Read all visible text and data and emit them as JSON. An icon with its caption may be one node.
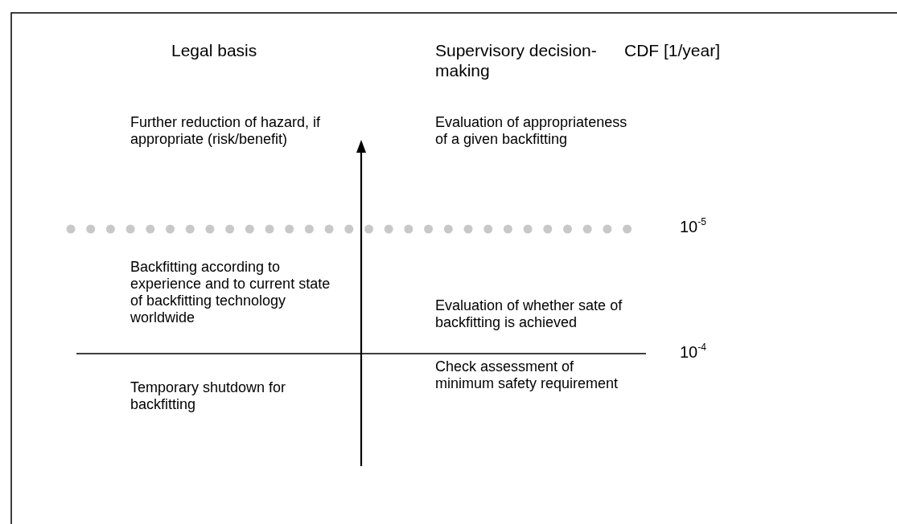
{
  "diagram": {
    "labels": [
      "Legal basis",
      "Supervisory decision-making",
      "CDF [1/year]",
      "Further reduction of hazard, if appropriate (risk/benefit)",
      "Evaluation of appropriateness of a given backfitting",
      "10$^{-5}$",
      "Backfitting according to experience and to current state of backfitting technology worldwide",
      "Evaluation of whether sate of backfitting is achieved",
      "10$^{-4}$",
      "Temporary shutdown for backfitting",
      "Check assessment of minimum safety requirement"
    ]
  }
}
